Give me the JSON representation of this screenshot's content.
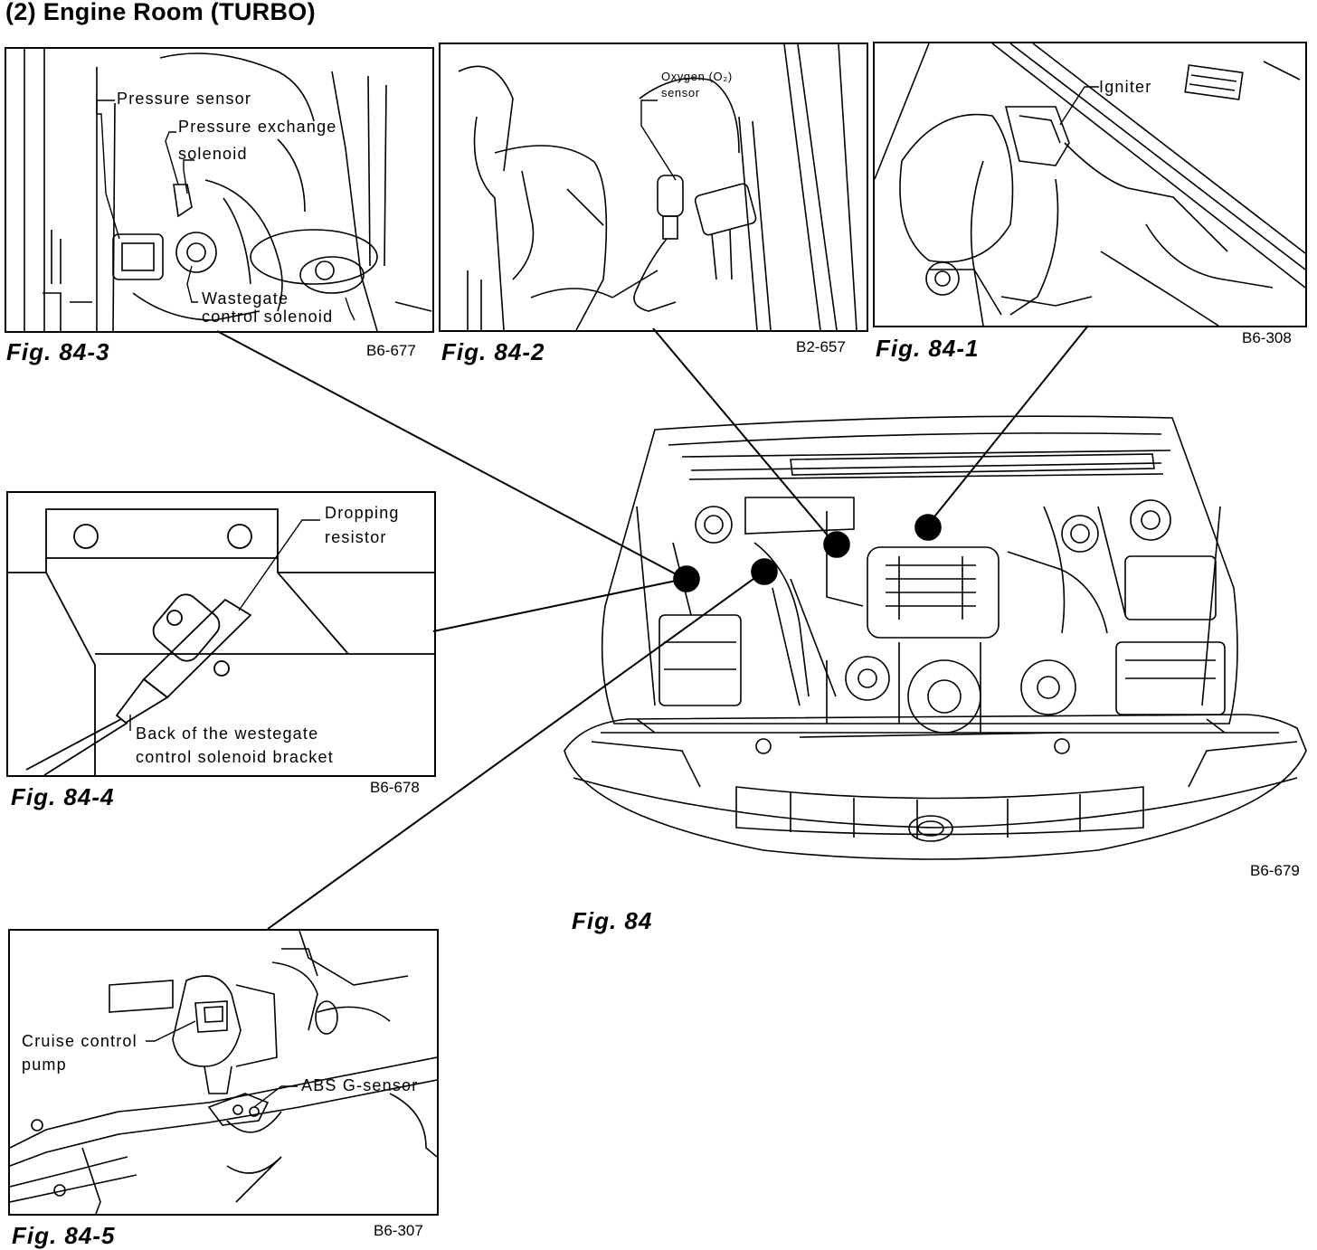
{
  "title": "(2)  Engine Room (TURBO)",
  "figures": {
    "fig84_3": {
      "label": "Fig.  84-3",
      "code": "B6-677",
      "callouts": {
        "pressure_sensor": "Pressure sensor",
        "pressure_exchange_1": "Pressure exchange",
        "pressure_exchange_2": "solenoid",
        "wastegate_1": "Wastegate",
        "wastegate_2": "control solenoid"
      }
    },
    "fig84_2": {
      "label": "Fig.  84-2",
      "code": "B2-657",
      "callouts": {
        "oxygen_1": "Oxygen (O₂)",
        "oxygen_2": "sensor"
      }
    },
    "fig84_1": {
      "label": "Fig.  84-1",
      "code": "B6-308",
      "callouts": {
        "igniter": "Igniter"
      }
    },
    "fig84_4": {
      "label": "Fig.  84-4",
      "code": "B6-678",
      "callouts": {
        "dropping_1": "Dropping",
        "dropping_2": "resistor",
        "back_1": "Back of the westegate",
        "back_2": "control solenoid bracket"
      }
    },
    "fig84_5": {
      "label": "Fig.  84-5",
      "code": "B6-307",
      "callouts": {
        "cruise_1": "Cruise control",
        "cruise_2": "pump",
        "abs": "ABS G-sensor"
      }
    },
    "fig84": {
      "label": "Fig.  84",
      "code": "B6-679"
    }
  },
  "colors": {
    "ink": "#000000",
    "paper": "#ffffff"
  }
}
